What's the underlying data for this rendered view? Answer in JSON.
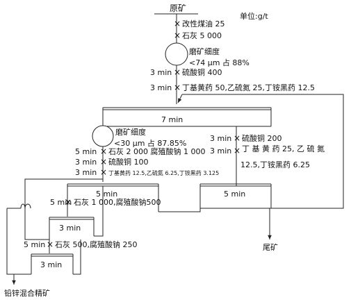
{
  "header": {
    "feed": "原矿",
    "unit": "单位:g/t"
  },
  "rougher_reagents": {
    "r1": "改性煤油 25",
    "r2": "石灰 5 000",
    "grind_title": "磨矿细度",
    "grind_spec": "<74 μm 占 88%",
    "cond1_time": "3 min",
    "cond1_reagent": "硫酸铜 400",
    "cond2_time": "3 min",
    "cond2_reagent": "丁基黄药 50,乙硫氮 25,丁铵黑药 12.5"
  },
  "rougher": {
    "time": "7 min"
  },
  "regrind": {
    "grind_title": "磨矿细度",
    "grind_spec": "<30 μm 占 87.85%",
    "c1_time": "5 min",
    "c1_reagent": "石灰 2 000 腐殖酸钠 1 000",
    "c2_time": "3 min",
    "c2_reagent": "硫酸铜 100",
    "c3_time": "3 min",
    "c3_reagent": "丁基黄药 12.5,乙硫氮 6.25,丁铵黑药 3.125"
  },
  "scavenger_reagents": {
    "s1_time": "3 min",
    "s1_reagent": "硫酸铜 200",
    "s2_time": "3 min",
    "s2_reagent": "丁 基 黄 药 25, 乙 硫 氮",
    "s2_reagent_cont": "12.5,丁铵黑药 6.25"
  },
  "cleaner1": {
    "time": "5 min",
    "reagent_time": "5 min",
    "reagent": "石灰 1 000,腐殖酸钠500"
  },
  "scavenger": {
    "time": "5 min"
  },
  "cleaner2": {
    "time": "3 min",
    "reagent_time": "5 min",
    "reagent": "石灰 500,腐殖酸钠 250"
  },
  "cleaner3": {
    "time": "3 min"
  },
  "products": {
    "tailings": "尾矿",
    "concentrate": "铅锌混合精矿"
  },
  "colors": {
    "line": "#222222",
    "background": "#ffffff"
  }
}
